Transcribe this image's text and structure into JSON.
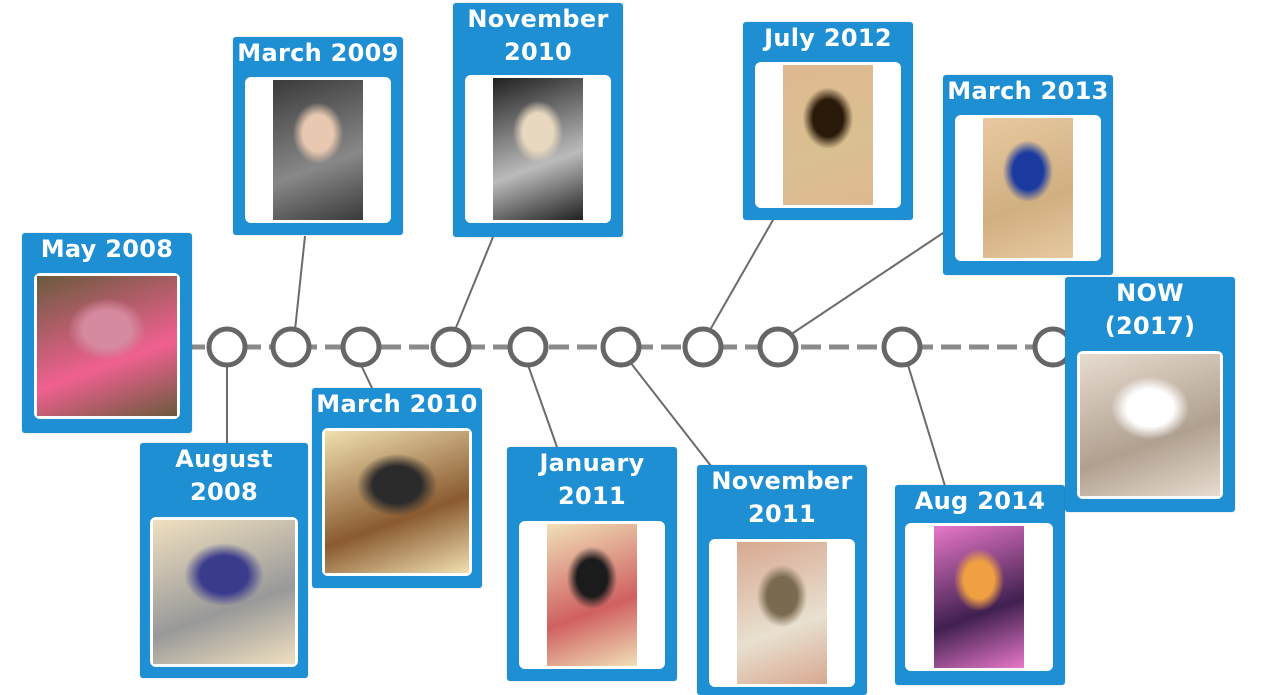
{
  "colors": {
    "card_bg": "#1f8fd4",
    "timeline": "#8a8a8a",
    "connector": "#6b6b6b",
    "node_stroke": "#666666"
  },
  "timeline": {
    "entries": [
      {
        "id": "may-2008",
        "label": "May 2008"
      },
      {
        "id": "aug-2008",
        "label": "August\n2008"
      },
      {
        "id": "mar-2009",
        "label": "March 2009"
      },
      {
        "id": "mar-2010",
        "label": "March 2010"
      },
      {
        "id": "nov-2010",
        "label": "November\n2010"
      },
      {
        "id": "jan-2011",
        "label": "January\n2011"
      },
      {
        "id": "nov-2011",
        "label": "November\n2011"
      },
      {
        "id": "jul-2012",
        "label": "July 2012"
      },
      {
        "id": "mar-2013",
        "label": "March 2013"
      },
      {
        "id": "aug-2014",
        "label": "Aug 2014"
      },
      {
        "id": "now-2017",
        "label": "NOW\n(2017)"
      }
    ]
  }
}
